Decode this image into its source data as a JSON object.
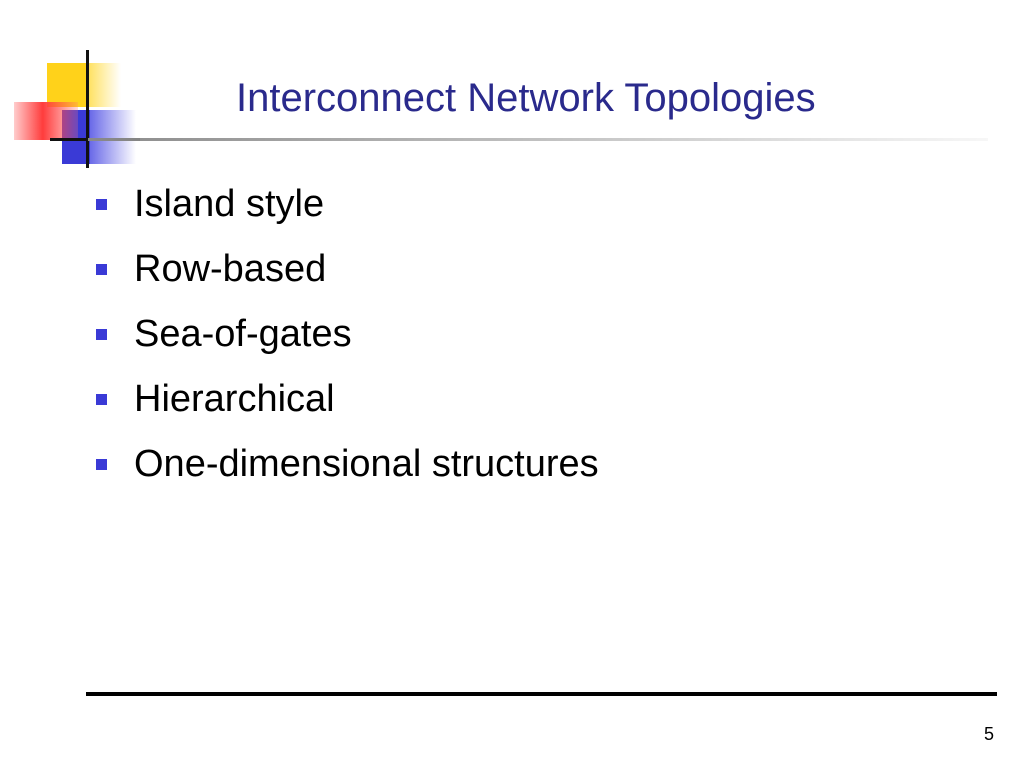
{
  "slide": {
    "title": "Interconnect Network Topologies",
    "bullets": [
      "Island style",
      "Row-based",
      "Sea-of-gates",
      "Hierarchical",
      "One-dimensional structures"
    ],
    "page_number": "5"
  },
  "colors": {
    "title": "#2a2a8c",
    "bullet": "#3a3ad6",
    "logo_yellow": "#ffd21a",
    "logo_red": "#ff3c3c",
    "logo_blue": "#3a3ad6"
  },
  "icons": {
    "logo": "overlapping-squares-logo-icon",
    "bullet": "square-bullet-icon"
  }
}
